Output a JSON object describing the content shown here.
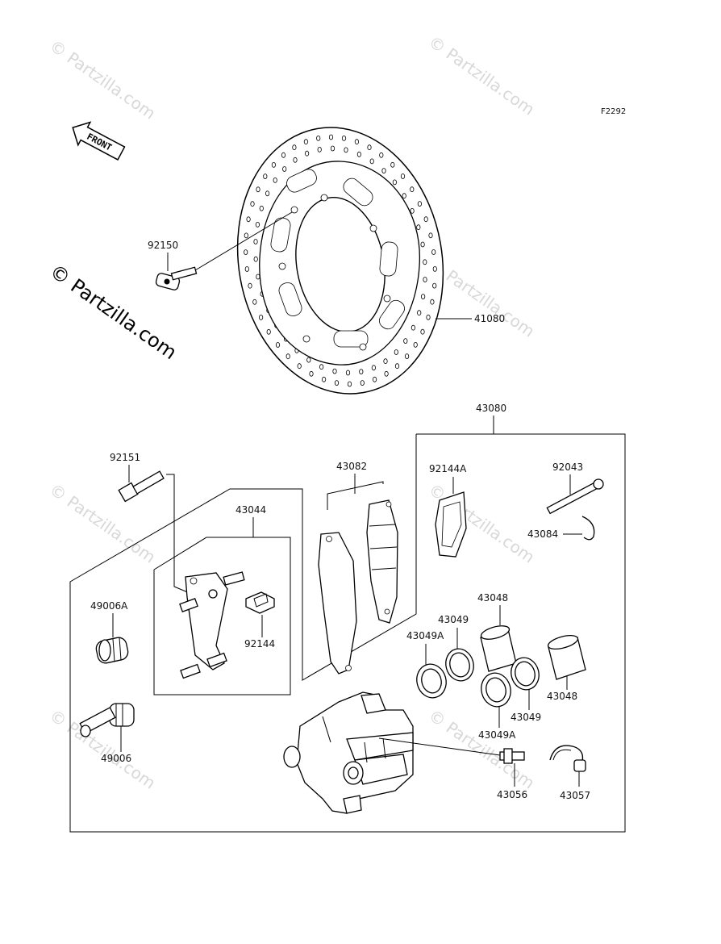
{
  "diagram": {
    "ref_code": "F2292",
    "front_label": "FRONT",
    "watermark": "© Partzilla.com",
    "labels": {
      "p92150": "92150",
      "p41080": "41080",
      "p43080": "43080",
      "p92151": "92151",
      "p43082": "43082",
      "p92144A": "92144A",
      "p92043": "92043",
      "p43044": "43044",
      "p43084": "43084",
      "p49006A": "49006A",
      "p92144": "92144",
      "p43048a": "43048",
      "p43049a": "43049",
      "p43049Aa": "43049A",
      "p43048b": "43048",
      "p43049b": "43049",
      "p43049Ab": "43049A",
      "p49006": "49006",
      "p43056": "43056",
      "p43057": "43057"
    }
  }
}
